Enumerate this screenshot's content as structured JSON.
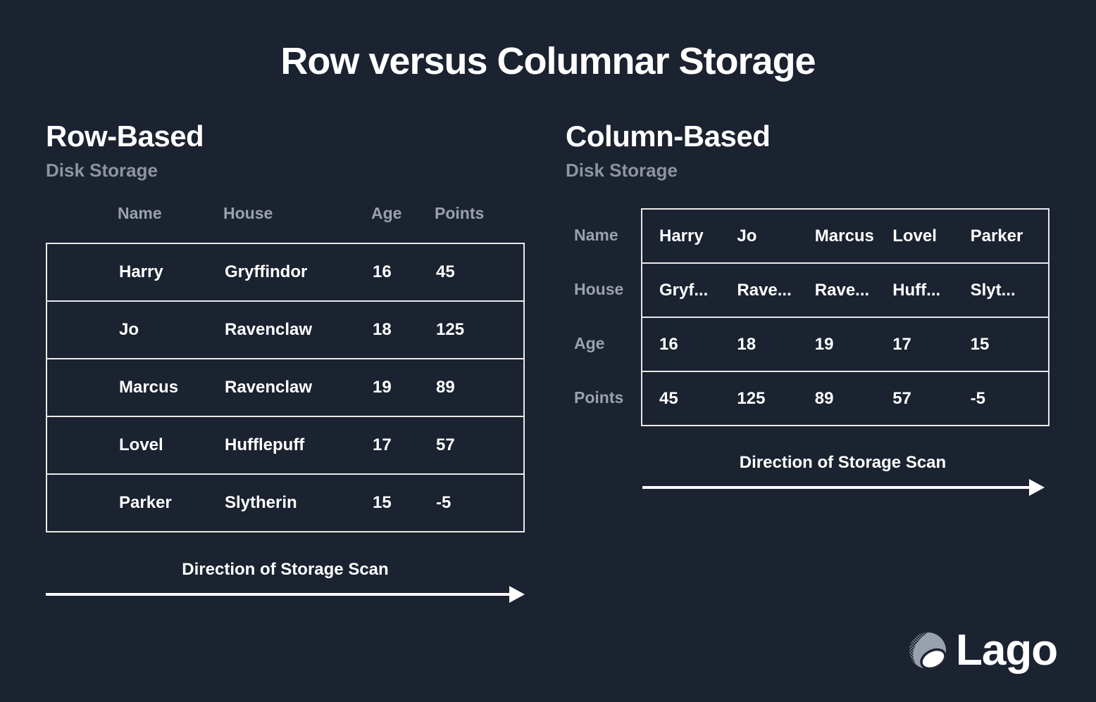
{
  "page": {
    "title": "Row versus Columnar Storage",
    "colors": {
      "background": "#1b2230",
      "text_primary": "#ffffff",
      "text_muted": "#8d94a0",
      "table_border": "#e9e9e9"
    }
  },
  "row_based": {
    "heading": "Row-Based",
    "subheading": "Disk Storage",
    "columns": [
      "Name",
      "House",
      "Age",
      "Points"
    ],
    "rows": [
      {
        "name": "Harry",
        "house": "Gryffindor",
        "age": "16",
        "points": "45"
      },
      {
        "name": "Jo",
        "house": "Ravenclaw",
        "age": "18",
        "points": "125"
      },
      {
        "name": "Marcus",
        "house": "Ravenclaw",
        "age": "19",
        "points": "89"
      },
      {
        "name": "Lovel",
        "house": "Hufflepuff",
        "age": "17",
        "points": "57"
      },
      {
        "name": "Parker",
        "house": "Slytherin",
        "age": "15",
        "points": "-5"
      }
    ],
    "scan_label": "Direction of Storage Scan"
  },
  "column_based": {
    "heading": "Column-Based",
    "subheading": "Disk Storage",
    "row_labels": [
      "Name",
      "House",
      "Age",
      "Points"
    ],
    "rows": [
      [
        "Harry",
        "Jo",
        "Marcus",
        "Lovel",
        "Parker"
      ],
      [
        "Gryf...",
        "Rave...",
        "Rave...",
        "Huff...",
        "Slyt..."
      ],
      [
        "16",
        "18",
        "19",
        "17",
        "15"
      ],
      [
        "45",
        "125",
        "89",
        "57",
        "-5"
      ]
    ],
    "scan_label": "Direction of Storage Scan"
  },
  "logo": {
    "brand": "Lago",
    "icon": "lago-sphere-icon"
  }
}
